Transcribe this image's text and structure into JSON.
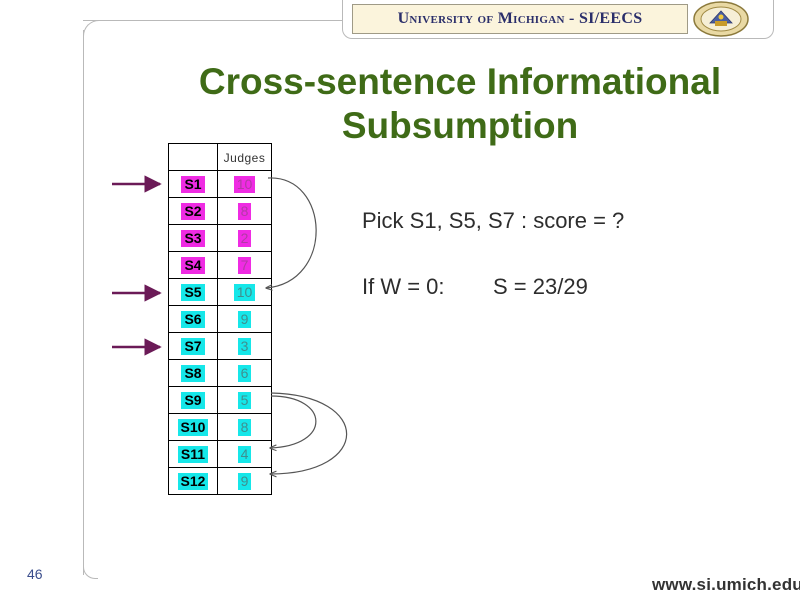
{
  "banner": {
    "text": "University of Michigan - SI/EECS"
  },
  "title": {
    "line1": "Cross-sentence Informational",
    "line2": "Subsumption"
  },
  "table": {
    "header": "Judges",
    "rows": [
      {
        "id": "S1",
        "score": "10",
        "group": "magenta"
      },
      {
        "id": "S2",
        "score": "8",
        "group": "magenta"
      },
      {
        "id": "S3",
        "score": "2",
        "group": "magenta"
      },
      {
        "id": "S4",
        "score": "7",
        "group": "magenta"
      },
      {
        "id": "S5",
        "score": "10",
        "group": "cyan"
      },
      {
        "id": "S6",
        "score": "9",
        "group": "cyan"
      },
      {
        "id": "S7",
        "score": "3",
        "group": "cyan"
      },
      {
        "id": "S8",
        "score": "6",
        "group": "cyan"
      },
      {
        "id": "S9",
        "score": "5",
        "group": "cyan"
      },
      {
        "id": "S10",
        "score": "8",
        "group": "cyan"
      },
      {
        "id": "S11",
        "score": "4",
        "group": "cyan"
      },
      {
        "id": "S12",
        "score": "9",
        "group": "cyan"
      }
    ]
  },
  "body": {
    "pick_line": "Pick S1, S5, S7 : score = ?",
    "condition": "If W = 0:",
    "result": "S = 23/29"
  },
  "footer": {
    "page_number": "46",
    "url": "www.si.umich.edu"
  },
  "colors": {
    "title": "#3f6b17",
    "arrow": "#6b1a57",
    "magenta": "#ef2be3",
    "cyan": "#16e7e9",
    "banner_bg": "#fbf4dc",
    "banner_text": "#2a2e6a"
  }
}
